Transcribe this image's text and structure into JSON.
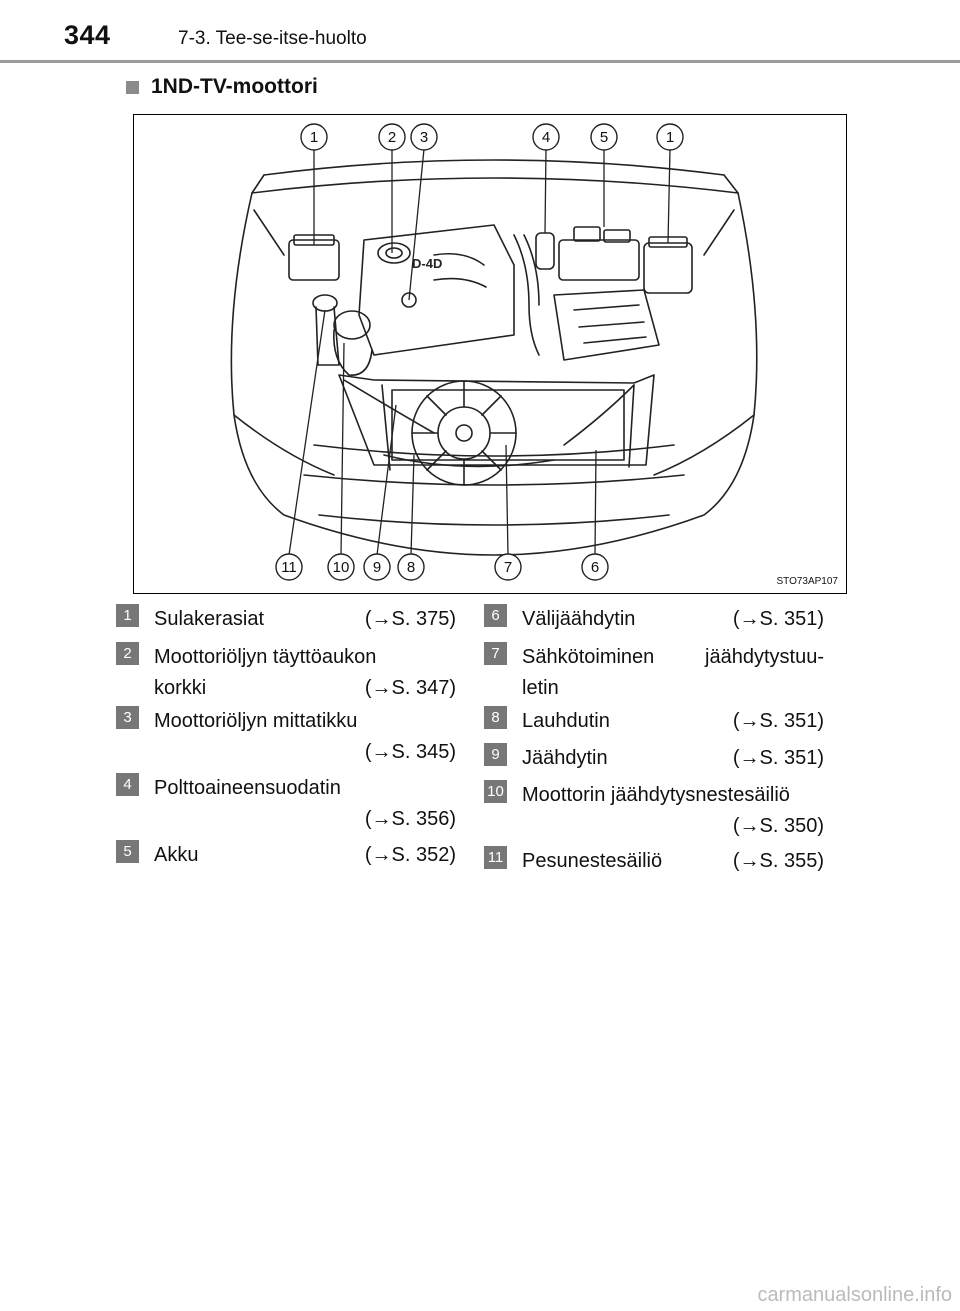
{
  "header": {
    "page_number": "344",
    "section": "7-3. Tee-se-itse-huolto"
  },
  "heading": "1ND-TV-moottori",
  "figure": {
    "code": "STO73AP107",
    "engine_badge": "D-4D",
    "callouts_top": [
      "1",
      "2",
      "3",
      "4",
      "5",
      "1"
    ],
    "callouts_bottom": [
      "11",
      "10",
      "9",
      "8",
      "7",
      "6"
    ]
  },
  "items": [
    {
      "num": "1",
      "lines": [
        "Sulakerasiat"
      ],
      "ref": "(→S. 375)"
    },
    {
      "num": "2",
      "lines": [
        "Moottoriöljyn täyttöaukon",
        "korkki"
      ],
      "ref": "(→S. 347)"
    },
    {
      "num": "3",
      "lines": [
        "Moottoriöljyn mittatikku"
      ],
      "ref": "(→S. 345)"
    },
    {
      "num": "4",
      "lines": [
        "Polttoaineensuodatin"
      ],
      "ref": "(→S. 356)"
    },
    {
      "num": "5",
      "lines": [
        "Akku"
      ],
      "ref": "(→S. 352)"
    },
    {
      "num": "6",
      "lines": [
        "Välijäähdytin"
      ],
      "ref": "(→S. 351)"
    },
    {
      "num": "7",
      "lines": [
        "Sähkötoiminen",
        "jäähdytystuu-",
        "letin"
      ],
      "ref": ""
    },
    {
      "num": "8",
      "lines": [
        "Lauhdutin"
      ],
      "ref": "(→S. 351)"
    },
    {
      "num": "9",
      "lines": [
        "Jäähdytin"
      ],
      "ref": "(→S. 351)"
    },
    {
      "num": "10",
      "lines": [
        "Moottorin jäähdytysnestesäiliö"
      ],
      "ref": "(→S. 350)"
    },
    {
      "num": "11",
      "lines": [
        "Pesunestesäiliö"
      ],
      "ref": "(→S. 355)"
    }
  ],
  "footer": "carmanualsonline.info"
}
